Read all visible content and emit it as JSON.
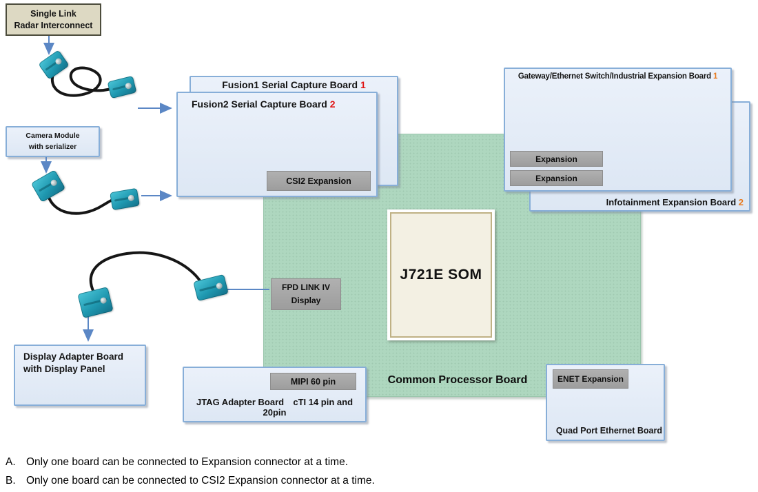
{
  "boards": {
    "radar": {
      "line1": "Single Link",
      "line2": "Radar Interconnect"
    },
    "camera": {
      "line1": "Camera Module",
      "line2": "with serializer"
    },
    "fusion1": {
      "title": "Fusion1 Serial Capture Board",
      "num": "1"
    },
    "fusion2": {
      "title": "Fusion2 Serial Capture Board",
      "num": "2",
      "csi2_label": "CSI2 Expansion"
    },
    "gateway": {
      "title": "Gateway/Ethernet Switch/Industrial Expansion Board",
      "num": "1",
      "expansion1": "Expansion",
      "expansion2": "Expansion"
    },
    "infotainment": {
      "title": "Infotainment Expansion Board",
      "num": "2"
    },
    "common": {
      "label": "Common Processor Board",
      "som": "J721E SOM"
    },
    "fpd": {
      "line1": "FPD LINK IV",
      "line2": "Display"
    },
    "display_adapter": {
      "line1": "Display Adapter Board",
      "line2": "with Display Panel"
    },
    "jtag": {
      "title": "JTAG Adapter Board",
      "subtitle": "cTI 14 pin and 20pin",
      "mipi_label": "MIPI 60 pin"
    },
    "quad_port": {
      "title": "Quad Port Ethernet Board",
      "enet_label": "ENET Expansion"
    }
  },
  "notes": [
    {
      "label": "A.",
      "text": "Only one board can be connected to Expansion connector at a time."
    },
    {
      "label": "B.",
      "text": "Only one board can be connected to CSI2 Expansion connector at a time."
    }
  ],
  "colors": {
    "common_board_green": "#aed7bf",
    "board_blue_fill": "#dde7f4",
    "board_blue_border": "#87aed8",
    "connector_gray": "#a6a6a6",
    "fakra_teal": "#1f98b0",
    "number_red": "#e01414",
    "number_orange": "#e87a1e",
    "arrow_blue": "#5b87c5",
    "radar_beige": "#ddd9c3",
    "som_cream": "#f3f0e3"
  }
}
